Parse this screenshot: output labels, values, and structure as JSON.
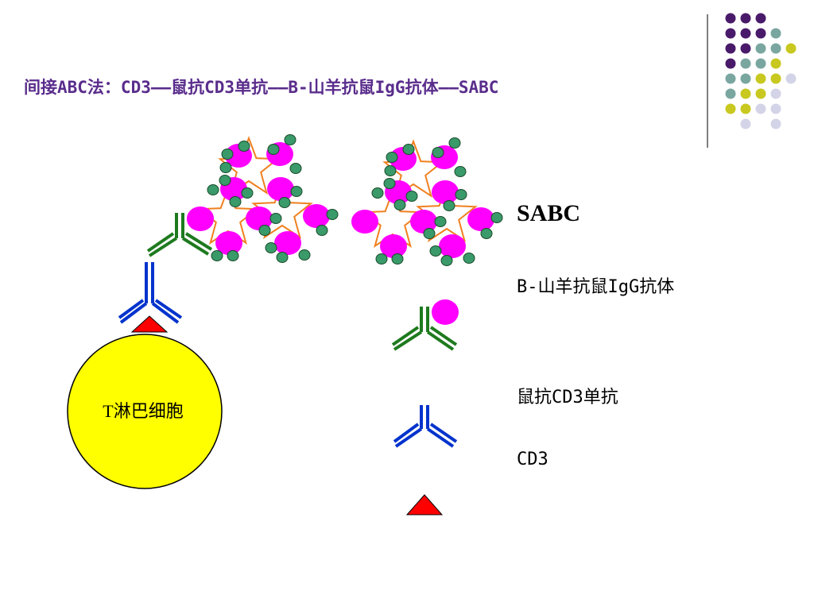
{
  "slide": {
    "title": "间接ABC法：CD3——鼠抗CD3单抗——B-山羊抗鼠IgG抗体——SABC",
    "cell_label": "T淋巴细胞"
  },
  "legend": {
    "sabc": "SABC",
    "secondary_antibody": "B-山羊抗鼠IgG抗体",
    "primary_antibody": "鼠抗CD3单抗",
    "antigen": "CD3"
  },
  "colors": {
    "title": "#5a2d8c",
    "cell": "#ffff00",
    "antigen": "#ff0000",
    "primary_antibody": "#0033cc",
    "secondary_antibody": "#1e7a1e",
    "biotin": "#ff00ff",
    "avidin": "#3a9a6a",
    "star": "#f08020",
    "dot_purple": "#4a1a6a",
    "dot_teal": "#7aa6a0",
    "dot_yellow": "#c8c820",
    "dot_lavender": "#d4d4e8"
  }
}
